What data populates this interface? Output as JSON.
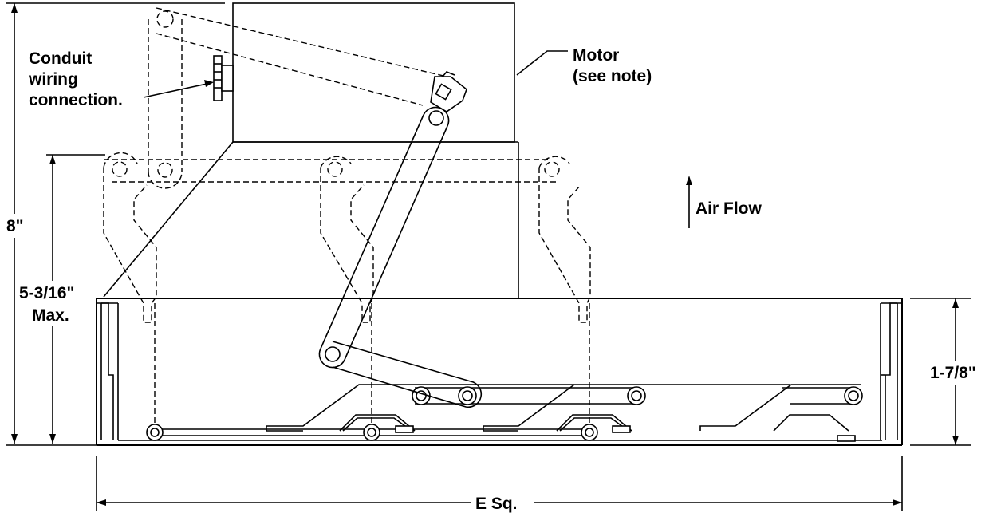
{
  "labels": {
    "conduit_line1": "Conduit",
    "conduit_line2": "wiring",
    "conduit_line3": "connection.",
    "motor_line1": "Motor",
    "motor_line2": "(see note)",
    "air_flow": "Air Flow"
  },
  "dimensions": {
    "overall_height": "8\"",
    "blade_height_line1": "5-3/16\"",
    "blade_height_line2": "Max.",
    "frame_height": "1-7/8\"",
    "width": "E Sq."
  }
}
